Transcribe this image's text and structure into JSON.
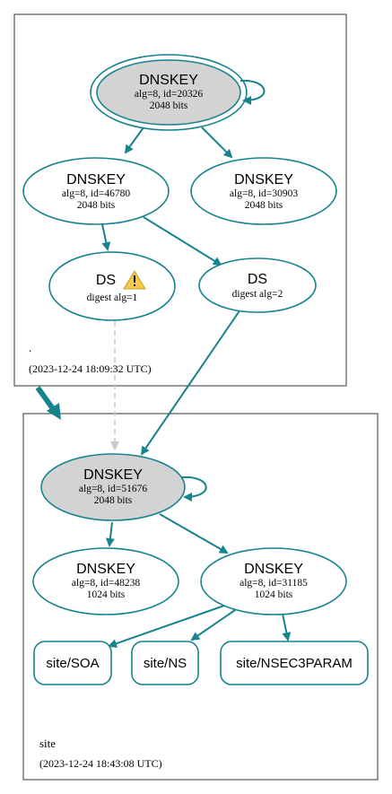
{
  "colors": {
    "edge": "#17838f",
    "key_stroke": "#17838f",
    "ksk_fill": "#d3d3d3",
    "dashed_edge": "#c0c0c0",
    "warning": "#f2c94c"
  },
  "zones": [
    {
      "name": ".",
      "timestamp": "(2023-12-24 18:09:32 UTC)",
      "nodes": {
        "ksk": {
          "title": "DNSKEY",
          "line1": "alg=8, id=20326",
          "line2": "2048 bits"
        },
        "zsk1": {
          "title": "DNSKEY",
          "line1": "alg=8, id=46780",
          "line2": "2048 bits"
        },
        "zsk2": {
          "title": "DNSKEY",
          "line1": "alg=8, id=30903",
          "line2": "2048 bits"
        },
        "ds1": {
          "title": "DS",
          "line1": "digest alg=1",
          "warning_icon": "warning-triangle-icon"
        },
        "ds2": {
          "title": "DS",
          "line1": "digest alg=2"
        }
      }
    },
    {
      "name": "site",
      "timestamp": "(2023-12-24 18:43:08 UTC)",
      "nodes": {
        "ksk": {
          "title": "DNSKEY",
          "line1": "alg=8, id=51676",
          "line2": "2048 bits"
        },
        "zsk1": {
          "title": "DNSKEY",
          "line1": "alg=8, id=48238",
          "line2": "1024 bits"
        },
        "zsk2": {
          "title": "DNSKEY",
          "line1": "alg=8, id=31185",
          "line2": "1024 bits"
        },
        "rr_soa": {
          "label": "site/SOA"
        },
        "rr_ns": {
          "label": "site/NS"
        },
        "rr_nsec3param": {
          "label": "site/NSEC3PARAM"
        }
      }
    }
  ]
}
